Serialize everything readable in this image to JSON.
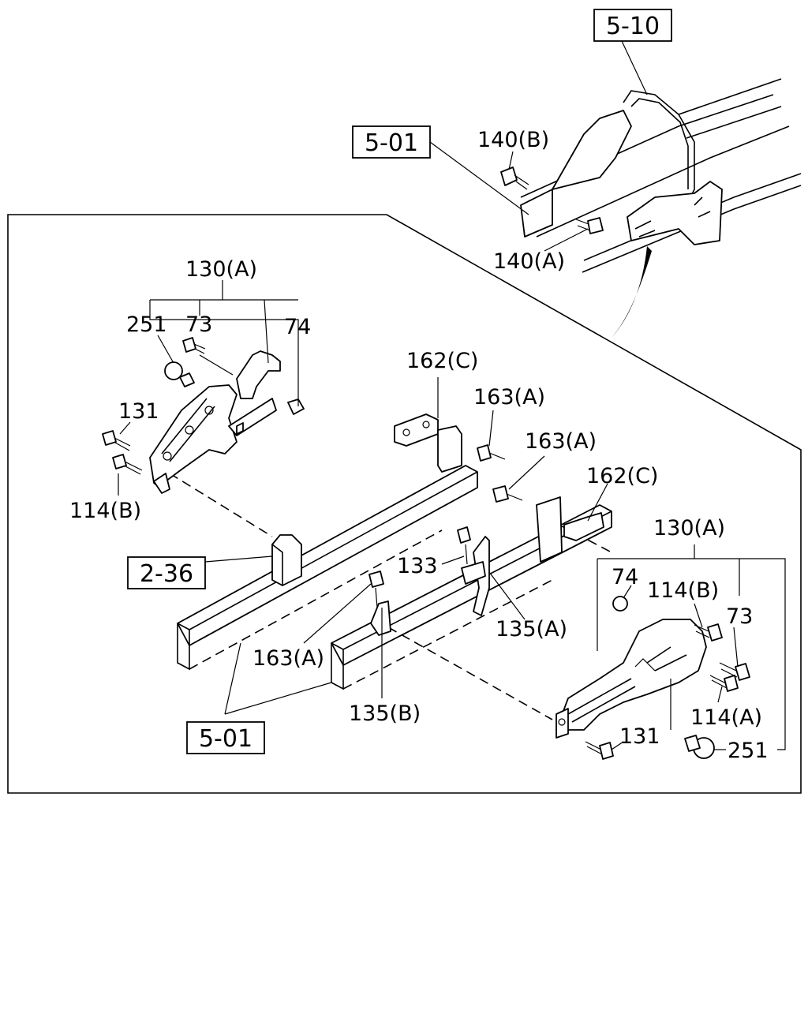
{
  "labels": {
    "ref_5_10": "5-10",
    "ref_5_01_top": "5-01",
    "l_140b": "140(B)",
    "l_140a": "140(A)",
    "l_130a_left": "130(A)",
    "l_251_left": "251",
    "l_73_left": "73",
    "l_74_left": "74",
    "l_131_left": "131",
    "l_114b_left": "114(B)",
    "l_162c_top": "162(C)",
    "l_163a_1": "163(A)",
    "l_163a_2": "163(A)",
    "l_162c_right": "162(C)",
    "l_130a_right": "130(A)",
    "ref_2_36": "2-36",
    "l_133": "133",
    "l_74_right": "74",
    "l_114b_right": "114(B)",
    "l_73_right": "73",
    "l_135a": "135(A)",
    "l_163a_3": "163(A)",
    "l_114a_right": "114(A)",
    "l_135b": "135(B)",
    "l_131_right": "131",
    "l_251_right": "251",
    "ref_5_01_bottom": "5-01"
  }
}
